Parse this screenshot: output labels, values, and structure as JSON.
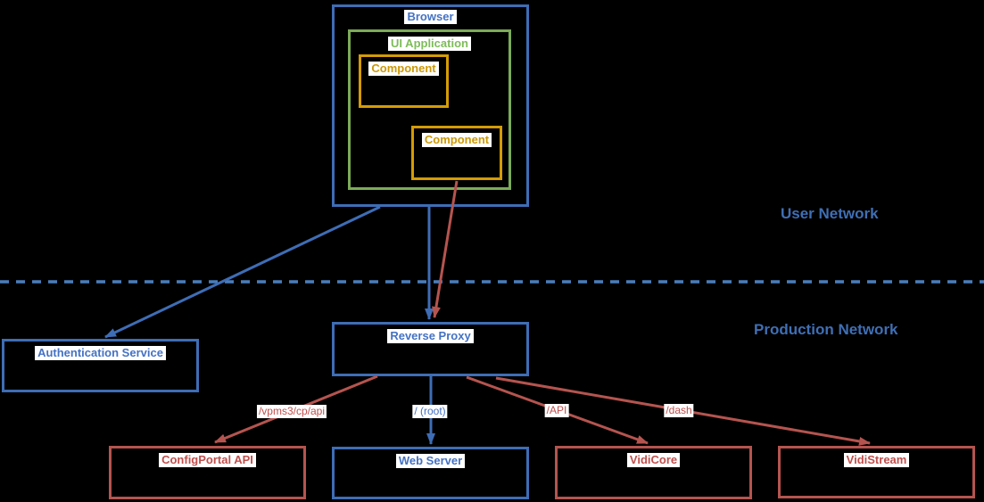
{
  "colors": {
    "background": "#000000",
    "blue_stroke": "#3E6DB5",
    "blue_text": "#4472C4",
    "green_stroke": "#7CAB58",
    "green_text": "#7EBC59",
    "orange_stroke": "#D49B05",
    "orange_text": "#CC9907",
    "red_stroke": "#B5544F",
    "red_text": "#C0504D",
    "zone_line": "#4A7EBC",
    "zone_text": "#3F6FB5",
    "label_bg": "#FFFFFF"
  },
  "zones": {
    "user_network": "User Network",
    "production_network": "Production Network"
  },
  "nodes": {
    "browser": "Browser",
    "ui_application": "UI Application",
    "component_1": "Component",
    "component_2": "Component",
    "authentication_service": "Authentication Service",
    "reverse_proxy": "Reverse Proxy",
    "configportal_api": "ConfigPortal API",
    "web_server": "Web Server",
    "vidicore": "VidiCore",
    "vidistream": "VidiStream"
  },
  "edges": {
    "configportal_path": "/vpms3/cp/api",
    "web_root_path": "/ (root)",
    "vidicore_path": "/API",
    "vidistream_path": "/dash"
  }
}
